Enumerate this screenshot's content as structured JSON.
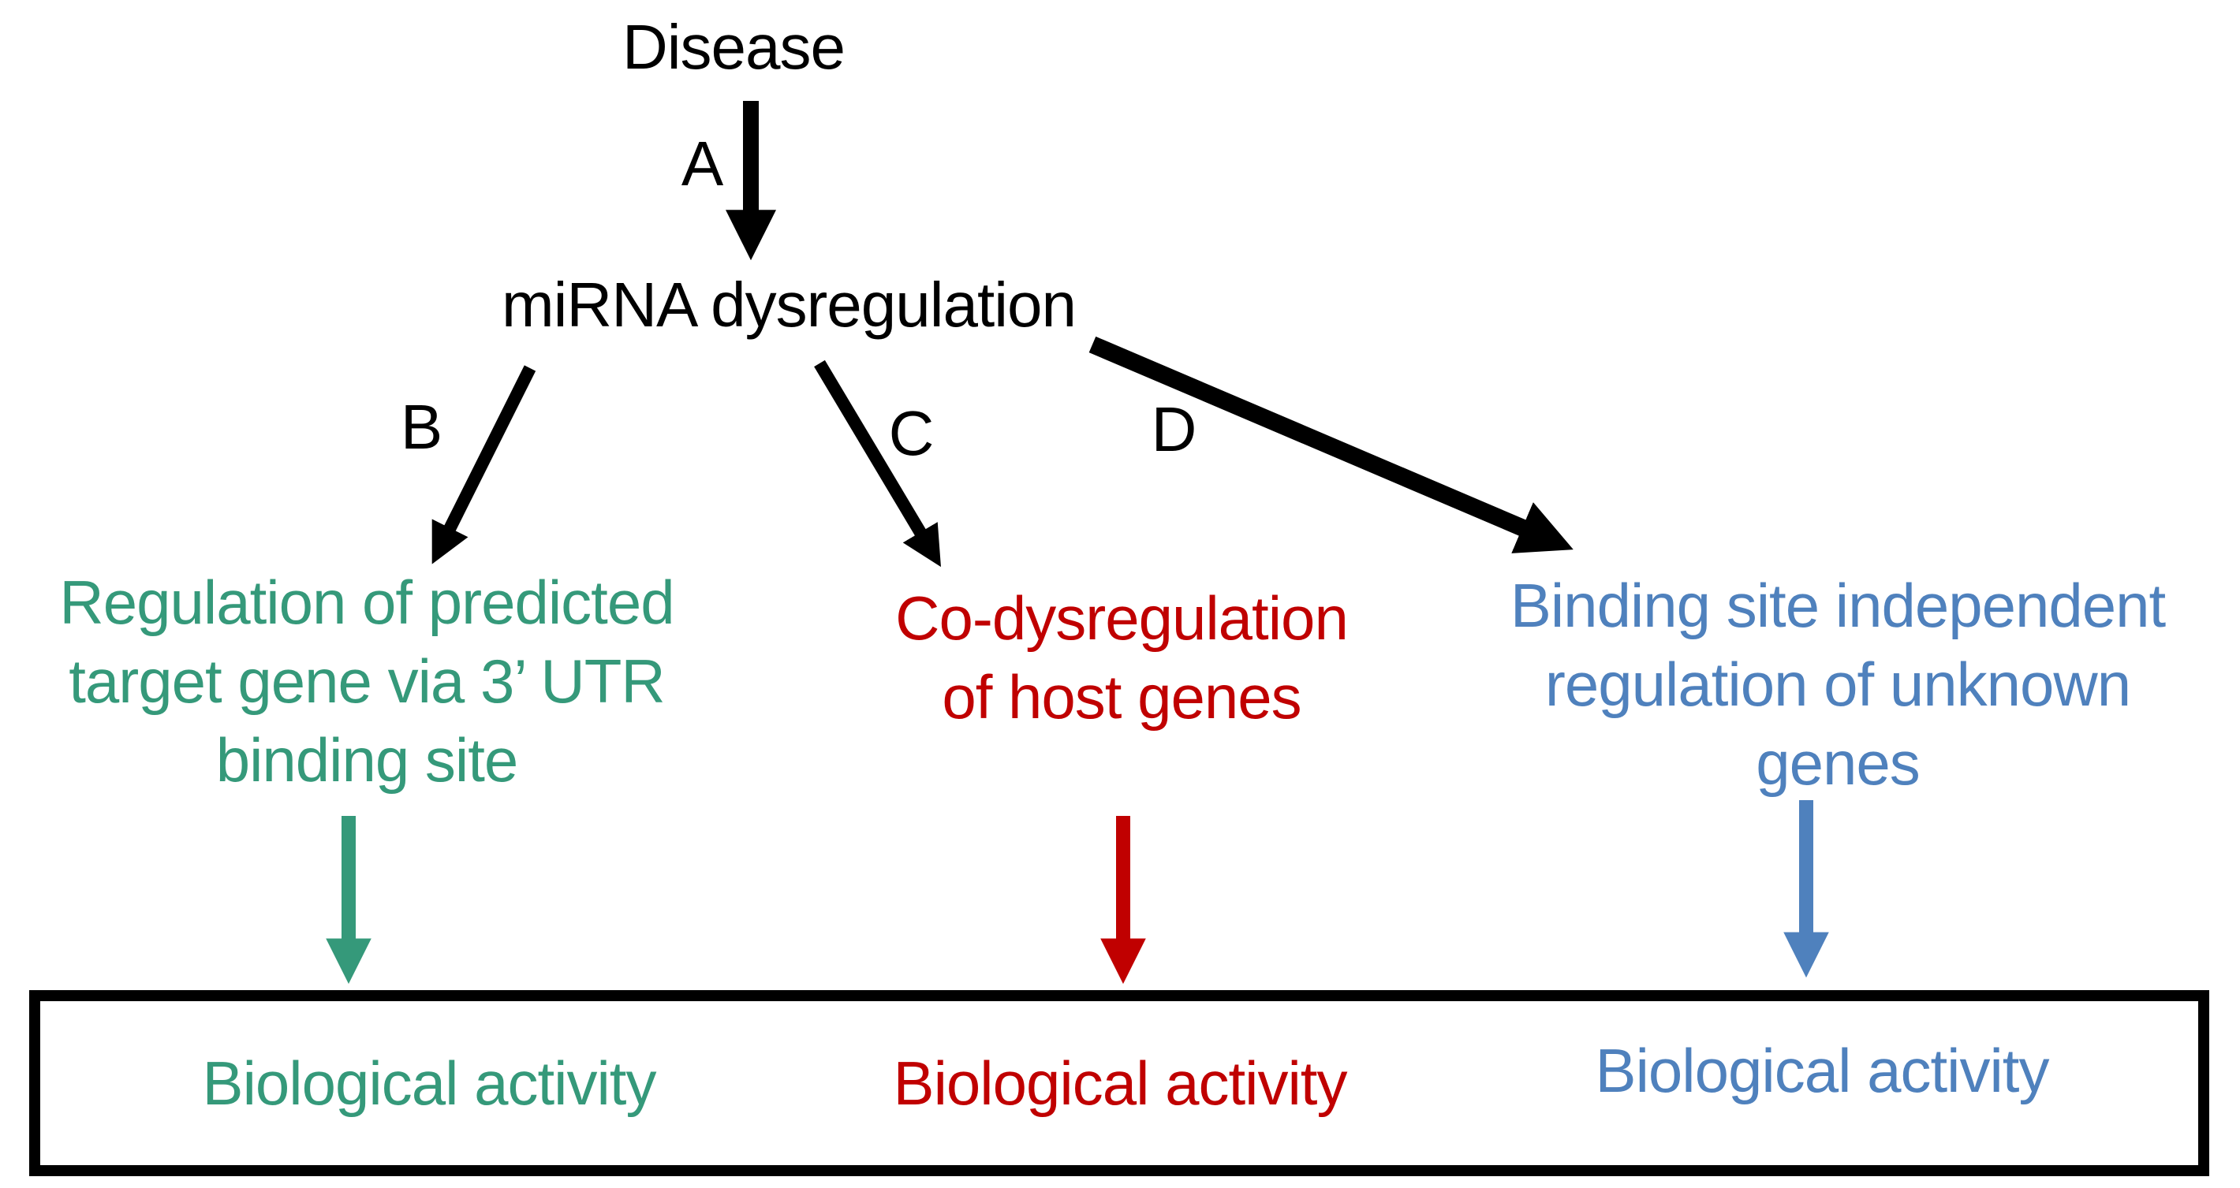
{
  "diagram": {
    "disease": "Disease",
    "hub": "miRNA dysregulation",
    "edge_labels": {
      "a": "A",
      "b": "B",
      "c": "C",
      "d": "D"
    },
    "branches": {
      "green": {
        "lines": [
          "Regulation of predicted",
          "target gene via 3’ UTR",
          "binding site"
        ],
        "outcome": "Biological activity",
        "color": "#35997A"
      },
      "red": {
        "lines": [
          "Co-dysregulation",
          "of host genes"
        ],
        "outcome": "Biological activity",
        "color": "#C00000"
      },
      "blue": {
        "lines": [
          "Binding site independent",
          "regulation of unknown",
          "genes"
        ],
        "outcome": "Biological activity",
        "color": "#4F81BD"
      }
    },
    "colors": {
      "black": "#000000",
      "green": "#35997A",
      "red": "#C00000",
      "blue": "#4F81BD",
      "background": "#FFFFFF"
    }
  }
}
